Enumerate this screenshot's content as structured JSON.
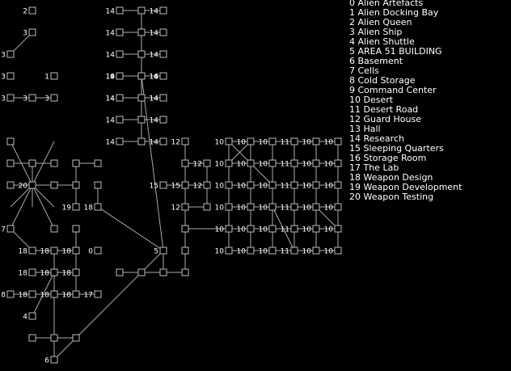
{
  "map": {
    "nodes": [
      {
        "label": "2"
      },
      {
        "label": "3"
      },
      {
        "label": "3"
      },
      {
        "label": "3"
      },
      {
        "label": "1"
      },
      {
        "label": "3"
      },
      {
        "label": "3"
      },
      {
        "label": "3"
      },
      {
        "label": "14"
      },
      {
        "label": "14"
      },
      {
        "label": "14"
      },
      {
        "label": "14"
      },
      {
        "label": "14"
      },
      {
        "label": "14"
      },
      {
        "label": "14"
      },
      {
        "label": "14"
      },
      {
        "label": "14"
      },
      {
        "label": "14"
      },
      {
        "label": "14"
      },
      {
        "label": "14"
      },
      {
        "label": "9"
      },
      {
        "label": "16"
      },
      {
        "label": "14"
      },
      {
        "label": "14"
      },
      {
        "label": "14"
      },
      {
        "label": "14"
      },
      {
        "label": "14"
      },
      {
        "label": "14"
      },
      {
        "label": "20"
      },
      {
        "label": "19"
      },
      {
        "label": "18"
      },
      {
        "label": "7"
      },
      {
        "label": "18"
      },
      {
        "label": "18"
      },
      {
        "label": "18"
      },
      {
        "label": "0"
      },
      {
        "label": "18"
      },
      {
        "label": "18"
      },
      {
        "label": "18"
      },
      {
        "label": "8"
      },
      {
        "label": "18"
      },
      {
        "label": "18"
      },
      {
        "label": "18"
      },
      {
        "label": "17"
      },
      {
        "label": "4"
      },
      {
        "label": "5"
      },
      {
        "label": "6"
      },
      {
        "label": "12"
      },
      {
        "label": "12"
      },
      {
        "label": "15"
      },
      {
        "label": "12"
      },
      {
        "label": "15"
      },
      {
        "label": "12"
      },
      {
        "label": "10"
      },
      {
        "label": "10"
      },
      {
        "label": "10"
      },
      {
        "label": "11"
      },
      {
        "label": "10"
      },
      {
        "label": "10"
      },
      {
        "label": "10"
      },
      {
        "label": "10"
      },
      {
        "label": "10"
      },
      {
        "label": "11"
      },
      {
        "label": "10"
      },
      {
        "label": "10"
      },
      {
        "label": "10"
      },
      {
        "label": "10"
      },
      {
        "label": "10"
      },
      {
        "label": "11"
      },
      {
        "label": "10"
      },
      {
        "label": "10"
      },
      {
        "label": "10"
      },
      {
        "label": "10"
      },
      {
        "label": "10"
      },
      {
        "label": "11"
      },
      {
        "label": "10"
      },
      {
        "label": "10"
      },
      {
        "label": "10"
      },
      {
        "label": "10"
      },
      {
        "label": "10"
      },
      {
        "label": "11"
      },
      {
        "label": "10"
      },
      {
        "label": "10"
      },
      {
        "label": "10"
      },
      {
        "label": "10"
      },
      {
        "label": "10"
      },
      {
        "label": "11"
      },
      {
        "label": "10"
      },
      {
        "label": "10"
      }
    ]
  },
  "legend": {
    "items": [
      "0 Alien Artefacts",
      "1 Alien Docking Bay",
      "2 Alien Queen",
      "3 Alien Ship",
      "4 Alien Shuttle",
      "5 AREA 51 BUILDING",
      "6 Basement",
      "7 Cells",
      "8 Cold Storage",
      "9 Command Center",
      "10 Desert",
      "11 Desert Road",
      "12 Guard House",
      "13 Hall",
      "14 Research",
      "15 Sleeping Quarters",
      "16 Storage Room",
      "17 The Lab",
      "18 Weapon Design",
      "19 Weapon Development",
      "20 Weapon Testing"
    ]
  },
  "colors": {
    "background": "#000000",
    "line": "#aaaaaa",
    "box": "#bbbbbb",
    "text": "#ffffff"
  }
}
